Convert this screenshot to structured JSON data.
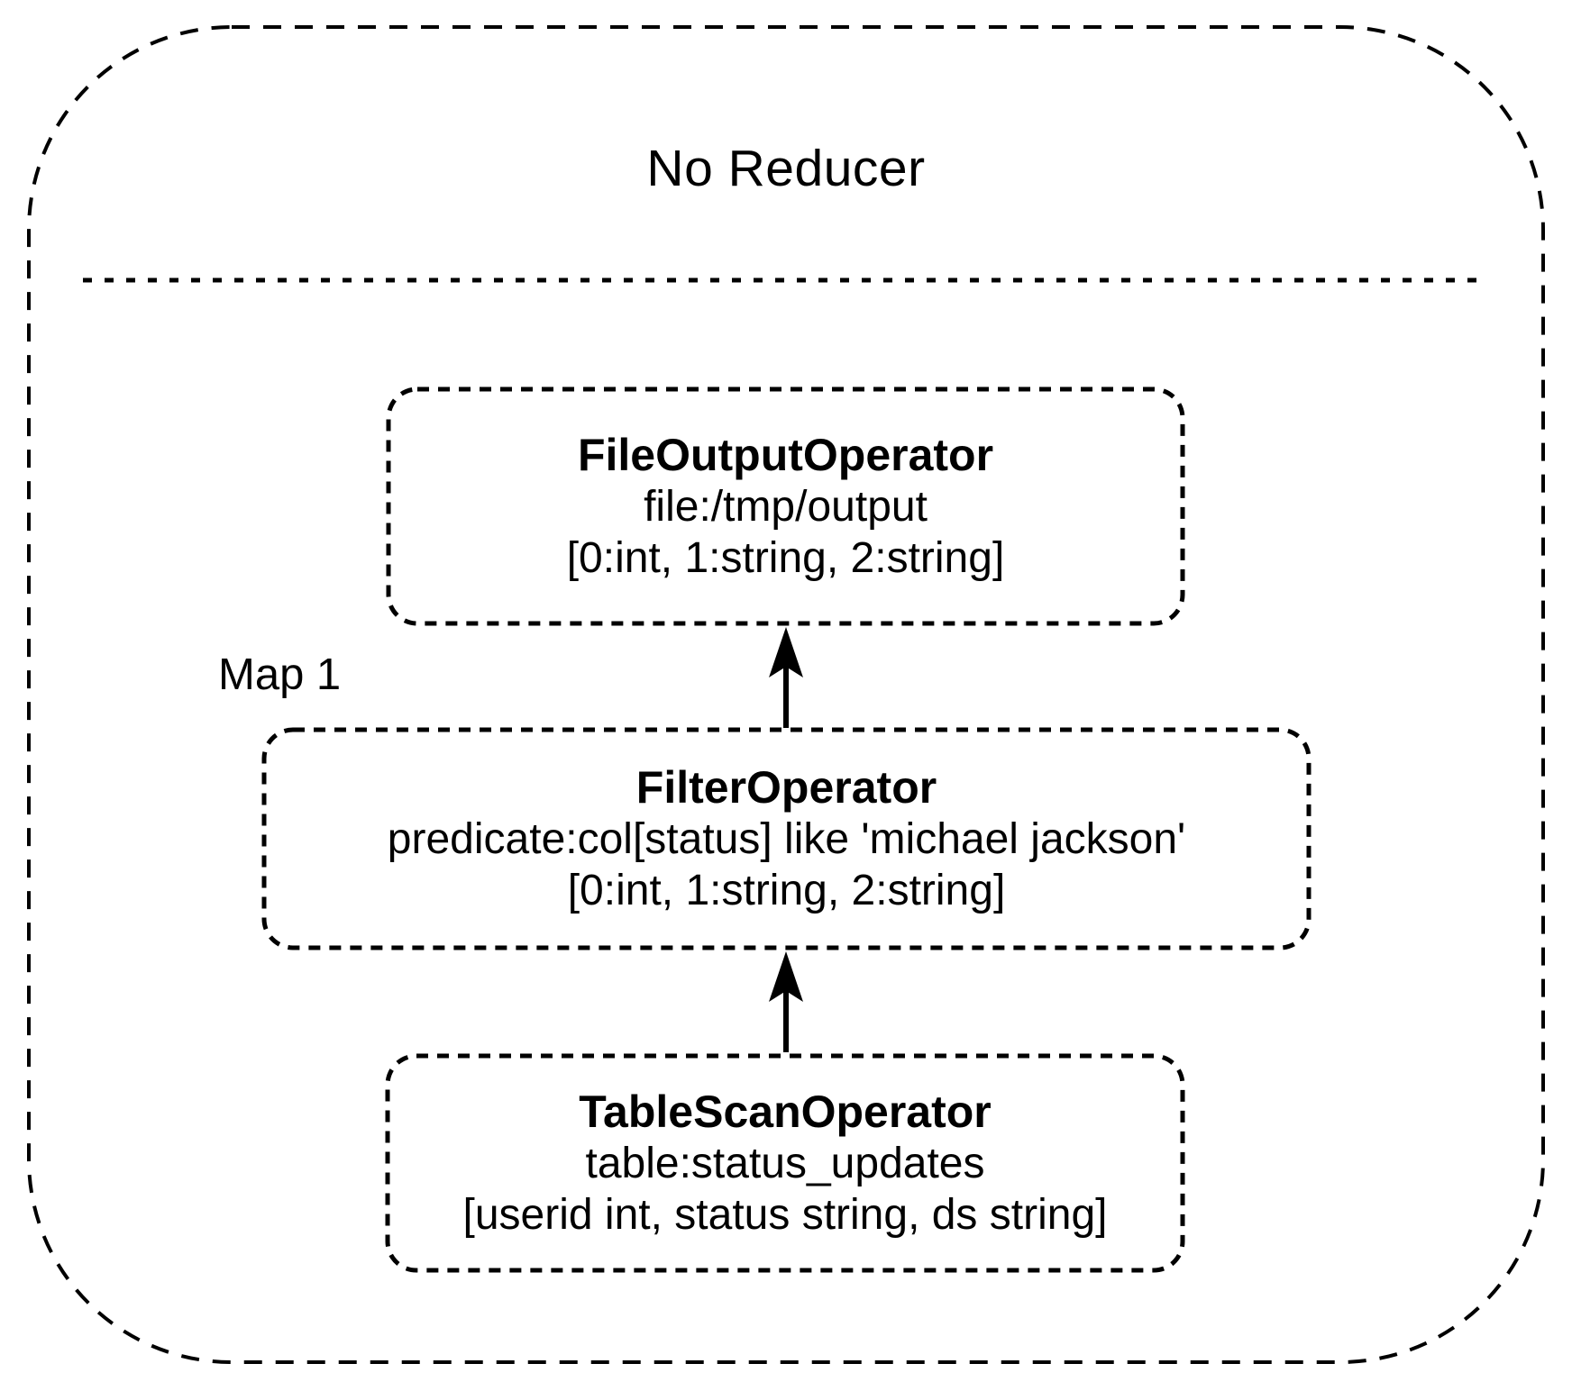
{
  "diagram": {
    "title": "No Reducer",
    "map_label": "Map 1",
    "nodes": [
      {
        "id": "file-output",
        "title": "FileOutputOperator",
        "lines": [
          "file:/tmp/output",
          "[0:int, 1:string, 2:string]"
        ]
      },
      {
        "id": "filter",
        "title": "FilterOperator",
        "lines": [
          "predicate:col[status] like 'michael jackson'",
          "[0:int, 1:string, 2:string]"
        ]
      },
      {
        "id": "table-scan",
        "title": "TableScanOperator",
        "lines": [
          "table:status_updates",
          "[userid int, status string, ds string]"
        ]
      }
    ],
    "colors": {
      "stroke": "#000000",
      "text": "#000000",
      "background": "#ffffff"
    }
  }
}
